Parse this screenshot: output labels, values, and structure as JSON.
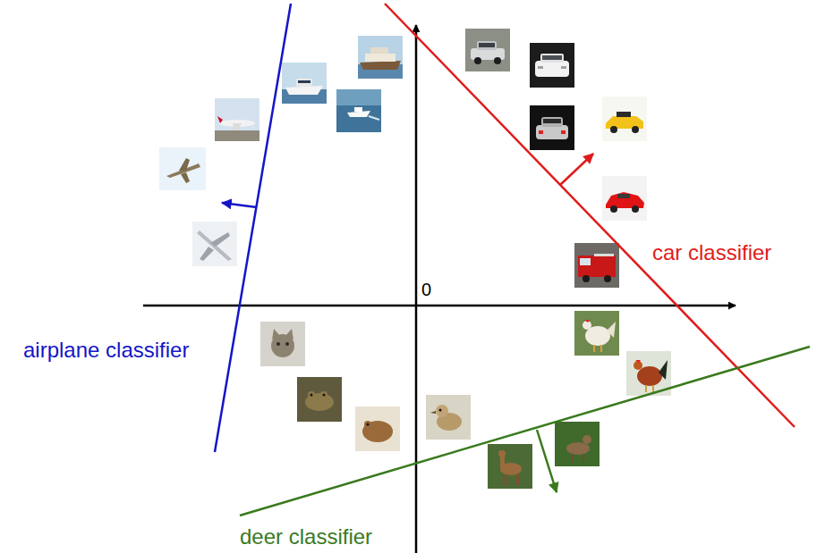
{
  "diagram": {
    "labels": [
      "0",
      "car classifier",
      "airplane classifier",
      "deer classifier"
    ]
  }
}
